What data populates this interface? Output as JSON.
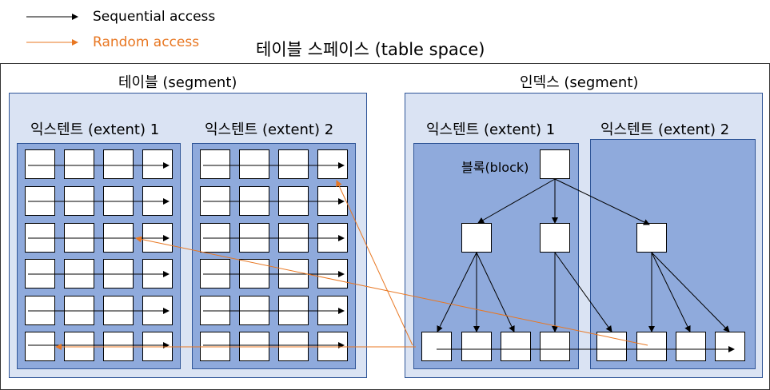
{
  "legend": {
    "sequential_label": "Sequential access",
    "random_label": "Random access",
    "sequential_color": "#000000",
    "random_color": "#E87722"
  },
  "tablespace": {
    "title": "테이블 스페이스 (table space)"
  },
  "table_segment": {
    "title": "테이블 (segment)",
    "extent1_title": "익스텐트 (extent) 1",
    "extent2_title": "익스텐트 (extent) 2"
  },
  "index_segment": {
    "title": "인덱스 (segment)",
    "extent1_title": "익스텐트 (extent) 1",
    "extent2_title": "익스텐트 (extent) 2",
    "block_label": "블록(block)"
  },
  "colors": {
    "segment_fill": "#DAE3F3",
    "extent_fill": "#8FAADC",
    "border": "#2F5597"
  }
}
